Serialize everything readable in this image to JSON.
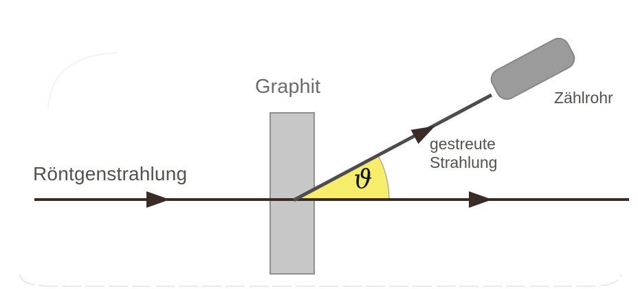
{
  "figure": {
    "labels": {
      "incident_beam": "Röntgenstrahlung",
      "target": "Graphit",
      "scattered_line1": "gestreute",
      "scattered_line2": "Strahlung",
      "detector": "Zählrohr",
      "angle": "ϑ"
    },
    "colors": {
      "incident_line": "#382a25",
      "arrowhead": "#3a2b26",
      "scattered_line": "#4d4d4d",
      "angle_fill": "#f6ee6b",
      "angle_outline": "#a8a79a",
      "target_fill": "#c7c7c7",
      "target_outline": "#8f8f8f",
      "detector_fill": "#9b9b9b",
      "detector_outline": "#868686",
      "label_text": "#55504d",
      "background": "#ffffff"
    }
  }
}
